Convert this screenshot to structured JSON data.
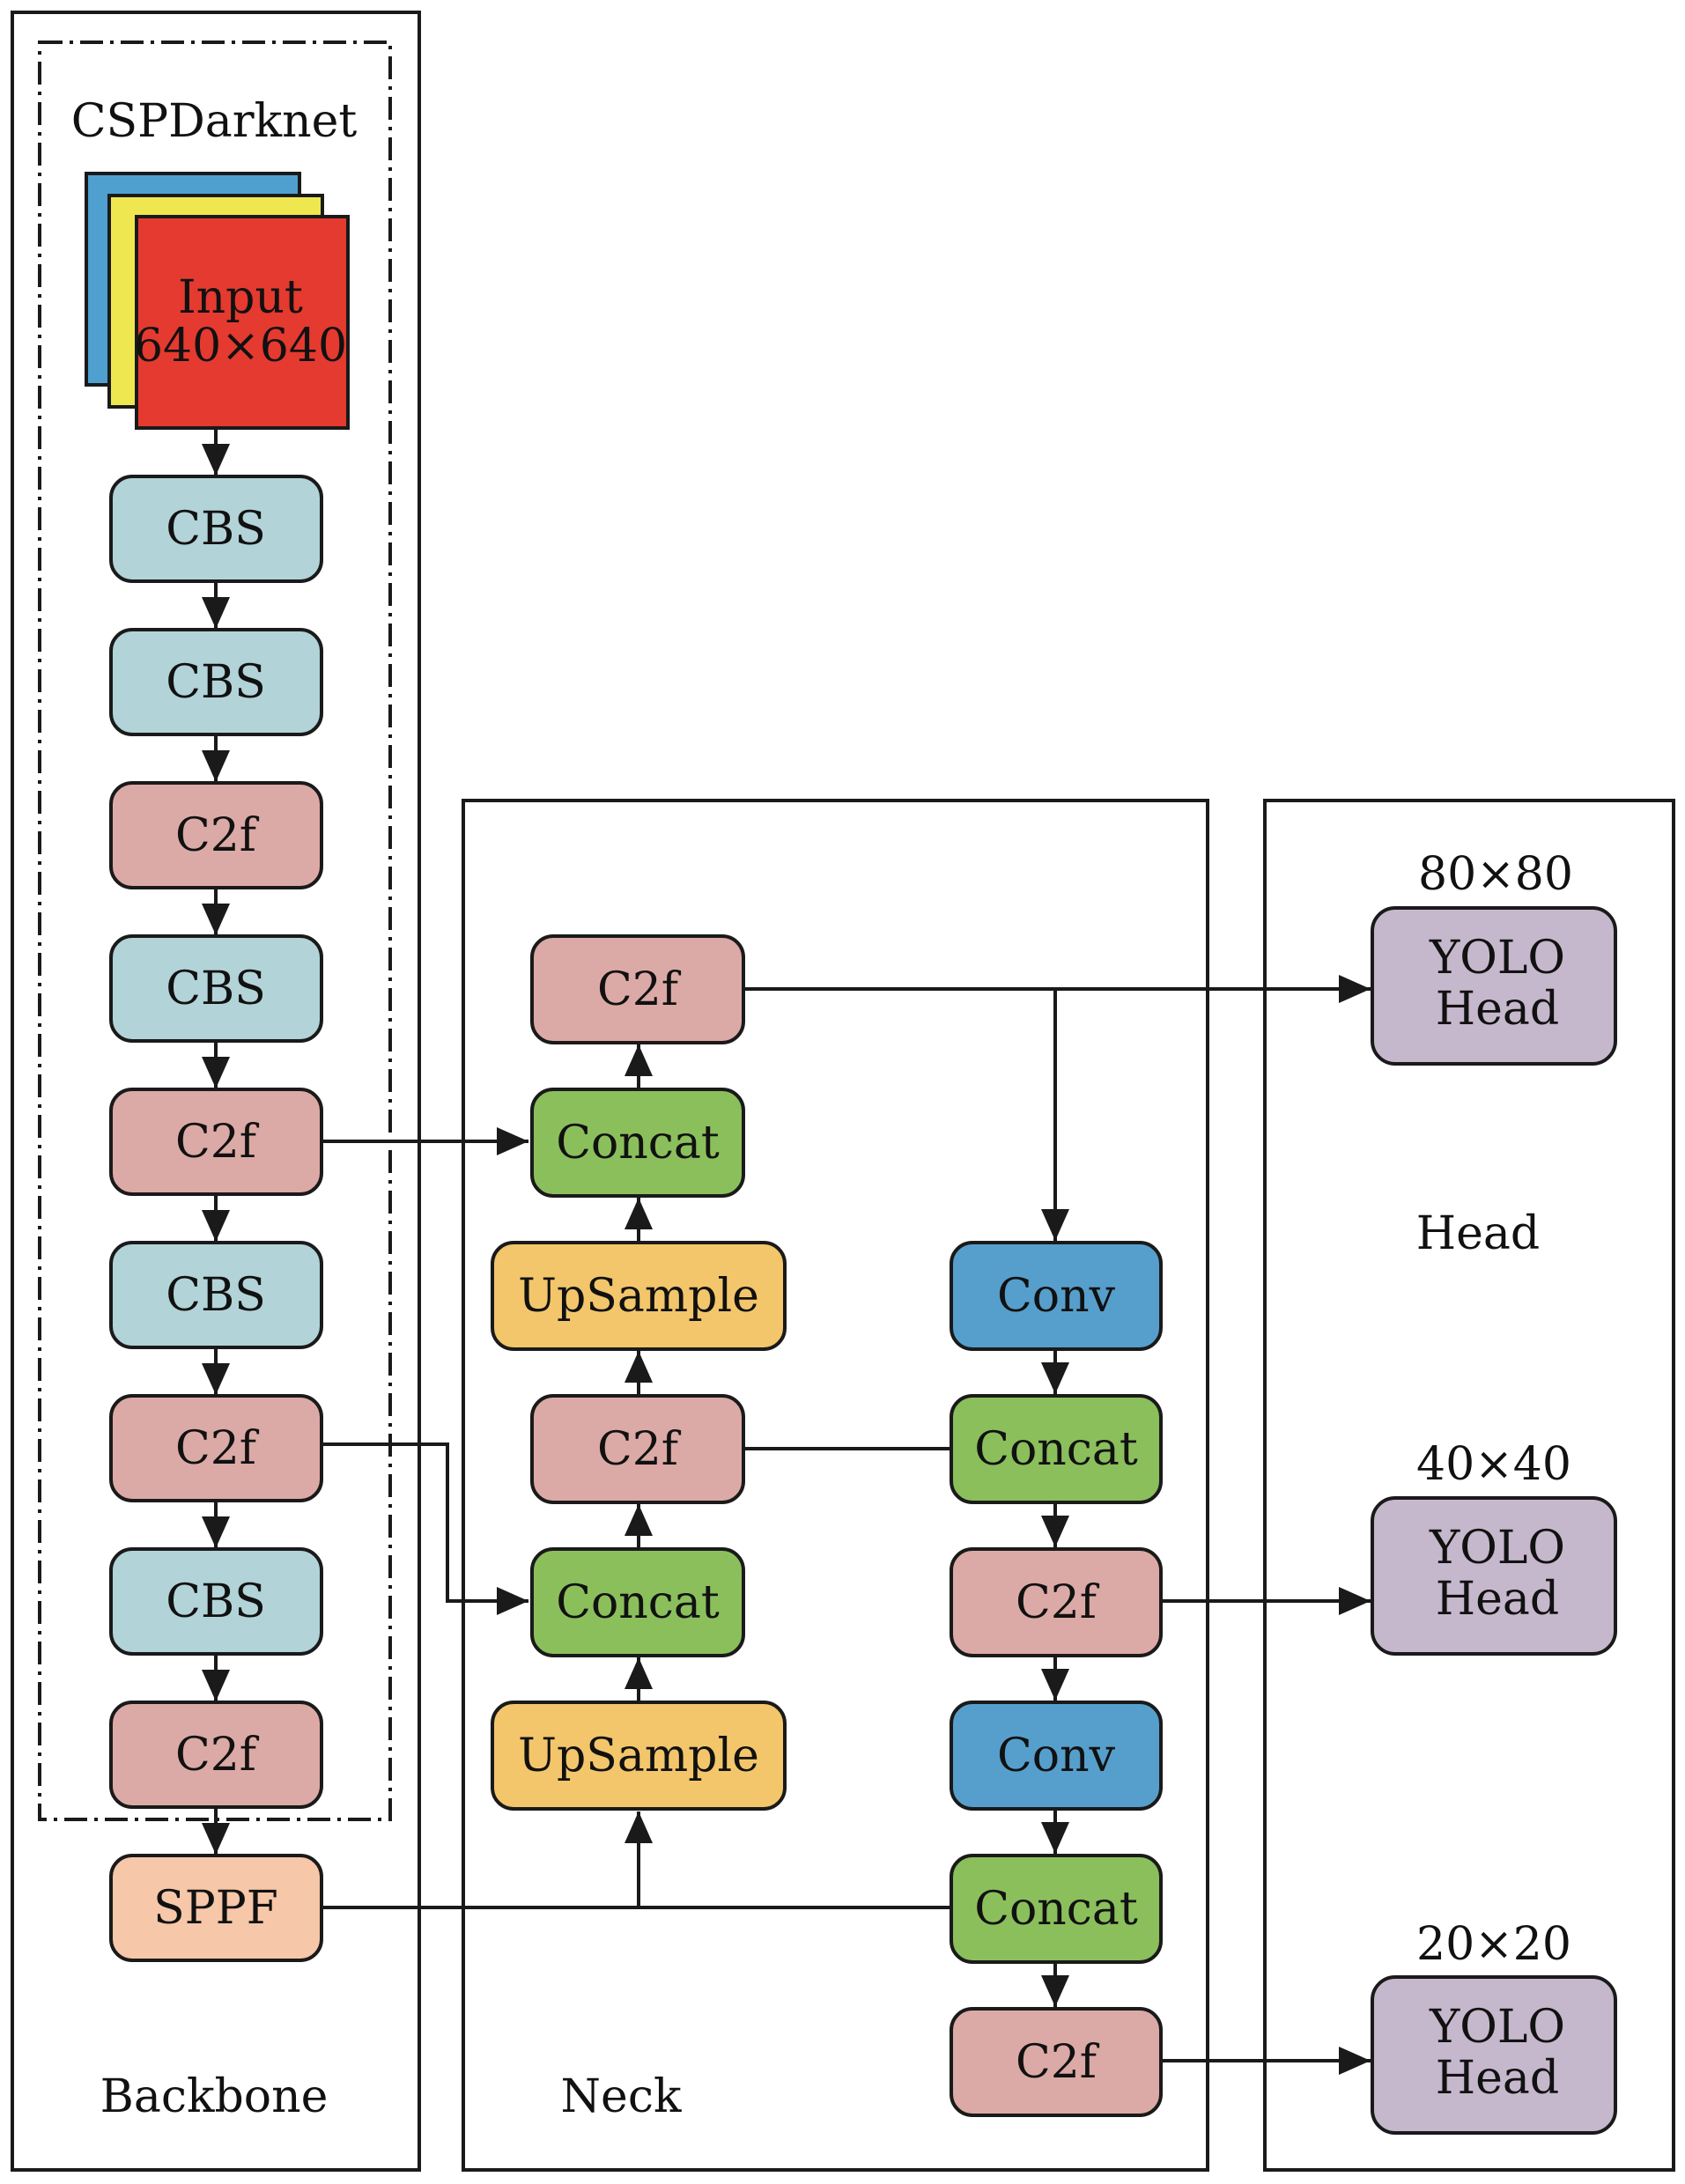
{
  "colors": {
    "cbs": "#b2d3d8",
    "c2f": "#dcaaa6",
    "concat": "#8bbf5c",
    "upsample": "#f3c66b",
    "conv": "#569fcc",
    "sppf": "#f6c7a8",
    "yolo_head": "#c6b8cc",
    "input_red": "#e53a2f",
    "input_yellow": "#efe74f",
    "input_blue": "#4f9fcf"
  },
  "backbone": {
    "section_label": "Backbone",
    "group_label": "CSPDarknet",
    "input": {
      "line1": "Input",
      "line2": "640×640"
    },
    "nodes": [
      {
        "id": "bb-cbs-1",
        "type": "cbs",
        "label": "CBS"
      },
      {
        "id": "bb-cbs-2",
        "type": "cbs",
        "label": "CBS"
      },
      {
        "id": "bb-c2f-1",
        "type": "c2f",
        "label": "C2f"
      },
      {
        "id": "bb-cbs-3",
        "type": "cbs",
        "label": "CBS"
      },
      {
        "id": "bb-c2f-2",
        "type": "c2f",
        "label": "C2f"
      },
      {
        "id": "bb-cbs-4",
        "type": "cbs",
        "label": "CBS"
      },
      {
        "id": "bb-c2f-3",
        "type": "c2f",
        "label": "C2f"
      },
      {
        "id": "bb-cbs-5",
        "type": "cbs",
        "label": "CBS"
      },
      {
        "id": "bb-c2f-4",
        "type": "c2f",
        "label": "C2f"
      },
      {
        "id": "bb-sppf",
        "type": "sppf",
        "label": "SPPF"
      }
    ]
  },
  "neck": {
    "section_label": "Neck",
    "nodes": [
      {
        "id": "nk-c2f-top",
        "type": "c2f",
        "label": "C2f"
      },
      {
        "id": "nk-concat-1",
        "type": "concat",
        "label": "Concat"
      },
      {
        "id": "nk-upsample-1",
        "type": "upsample",
        "label": "UpSample"
      },
      {
        "id": "nk-c2f-mid",
        "type": "c2f",
        "label": "C2f"
      },
      {
        "id": "nk-concat-2",
        "type": "concat",
        "label": "Concat"
      },
      {
        "id": "nk-upsample-2",
        "type": "upsample",
        "label": "UpSample"
      },
      {
        "id": "nk-conv-1",
        "type": "conv",
        "label": "Conv"
      },
      {
        "id": "nk-concat-3",
        "type": "concat",
        "label": "Concat"
      },
      {
        "id": "nk-c2f-r1",
        "type": "c2f",
        "label": "C2f"
      },
      {
        "id": "nk-conv-2",
        "type": "conv",
        "label": "Conv"
      },
      {
        "id": "nk-concat-4",
        "type": "concat",
        "label": "Concat"
      },
      {
        "id": "nk-c2f-r2",
        "type": "c2f",
        "label": "C2f"
      }
    ]
  },
  "head": {
    "section_label": "Head",
    "heads": [
      {
        "id": "head-80",
        "scale": "80×80",
        "line1": "YOLO",
        "line2": "Head"
      },
      {
        "id": "head-40",
        "scale": "40×40",
        "line1": "YOLO",
        "line2": "Head"
      },
      {
        "id": "head-20",
        "scale": "20×20",
        "line1": "YOLO",
        "line2": "Head"
      }
    ]
  }
}
